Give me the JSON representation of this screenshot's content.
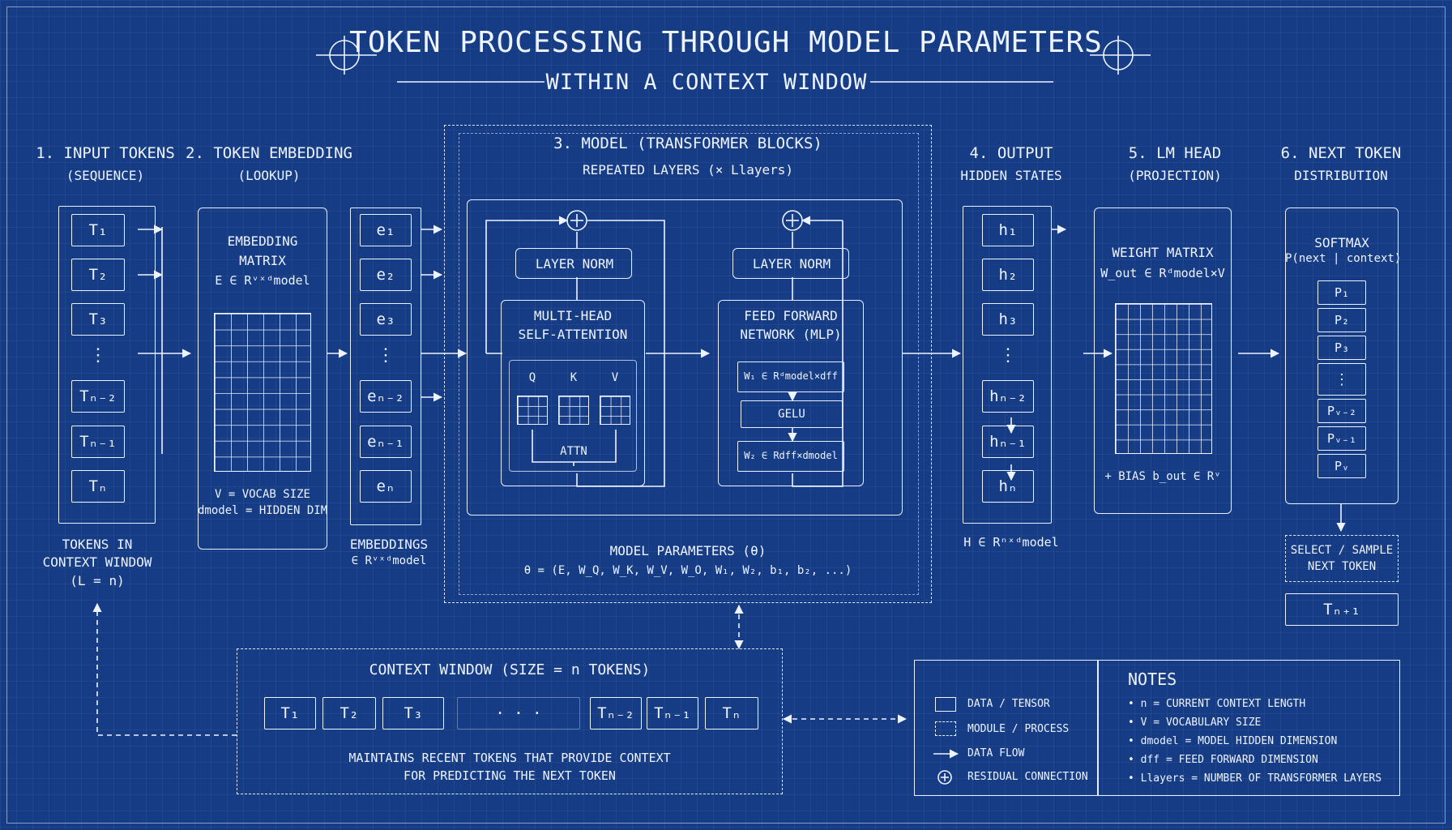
{
  "title": "TOKEN PROCESSING THROUGH MODEL PARAMETERS",
  "subtitle": "WITHIN A CONTEXT WINDOW",
  "stages": {
    "input": {
      "title": "1. INPUT TOKENS",
      "sub": "(SEQUENCE)",
      "tokens": [
        "T₁",
        "T₂",
        "T₃",
        "⋮",
        "Tₙ₋₂",
        "Tₙ₋₁",
        "Tₙ"
      ],
      "caption1": "TOKENS IN",
      "caption2": "CONTEXT WINDOW",
      "caption3": "(L = n)"
    },
    "embedding": {
      "title": "2. TOKEN EMBEDDING",
      "sub": "(LOOKUP)",
      "box_title1": "EMBEDDING",
      "box_title2": "MATRIX",
      "formula": "E ∈ Rᵛˣᵈmodel",
      "note1": "V = VOCAB SIZE",
      "note2": "dmodel = HIDDEN DIM"
    },
    "embeddings": {
      "items": [
        "e₁",
        "e₂",
        "e₃",
        "⋮",
        "eₙ₋₂",
        "eₙ₋₁",
        "eₙ"
      ],
      "caption1": "EMBEDDINGS",
      "caption2": "∈ Rᵛˣᵈmodel"
    },
    "model": {
      "title": "3. MODEL (TRANSFORMER BLOCKS)",
      "repeated": "REPEATED LAYERS (× Llayers)",
      "layer_norm": "LAYER NORM",
      "attn_title1": "MULTI-HEAD",
      "attn_title2": "SELF-ATTENTION",
      "q": "Q",
      "k": "K",
      "v": "V",
      "attn": "ATTN",
      "ffn_title1": "FEED FORWARD",
      "ffn_title2": "NETWORK (MLP)",
      "w1": "W₁ ∈ Rᵈmodel×dff",
      "gelu": "GELU",
      "w2": "W₂ ∈ Rdff×dmodel",
      "params_title": "MODEL PARAMETERS (θ)",
      "params_formula": "θ = (E, W_Q, W_K, W_V, W_O, W₁, W₂, b₁, b₂, ...)"
    },
    "output": {
      "title": "4. OUTPUT",
      "sub": "HIDDEN STATES",
      "items": [
        "h₁",
        "h₂",
        "h₃",
        "⋮",
        "hₙ₋₂",
        "hₙ₋₁",
        "hₙ"
      ],
      "caption": "H ∈ Rⁿˣᵈmodel"
    },
    "lmhead": {
      "title": "5. LM HEAD",
      "sub": "(PROJECTION)",
      "box_title": "WEIGHT MATRIX",
      "formula": "W_out ∈ Rᵈmodel×V",
      "bias": "+ BIAS b_out ∈ Rᵛ"
    },
    "next": {
      "title": "6. NEXT TOKEN",
      "sub": "DISTRIBUTION",
      "softmax": "SOFTMAX",
      "prob": "P(next | context)",
      "items": [
        "P₁",
        "P₂",
        "P₃",
        "⋮",
        "Pᵥ₋₂",
        "Pᵥ₋₁",
        "Pᵥ"
      ],
      "select1": "SELECT / SAMPLE",
      "select2": "NEXT TOKEN",
      "result": "Tₙ₊₁"
    }
  },
  "context": {
    "title": "CONTEXT WINDOW (SIZE = n TOKENS)",
    "tokens": [
      "T₁",
      "T₂",
      "T₃",
      "· · ·",
      "Tₙ₋₂",
      "Tₙ₋₁",
      "Tₙ"
    ],
    "desc1": "MAINTAINS RECENT TOKENS THAT PROVIDE CONTEXT",
    "desc2": "FOR PREDICTING THE NEXT TOKEN"
  },
  "legend": {
    "items": [
      "DATA / TENSOR",
      "MODULE / PROCESS",
      "DATA FLOW",
      "RESIDUAL CONNECTION"
    ]
  },
  "notes": {
    "title": "NOTES",
    "items": [
      "n = CURRENT CONTEXT LENGTH",
      "V = VOCABULARY SIZE",
      "dmodel = MODEL HIDDEN DIMENSION",
      "dff = FEED FORWARD DIMENSION",
      "Llayers = NUMBER OF TRANSFORMER LAYERS"
    ]
  },
  "colors": {
    "background": "#163c86",
    "line": "#eef4ff"
  }
}
